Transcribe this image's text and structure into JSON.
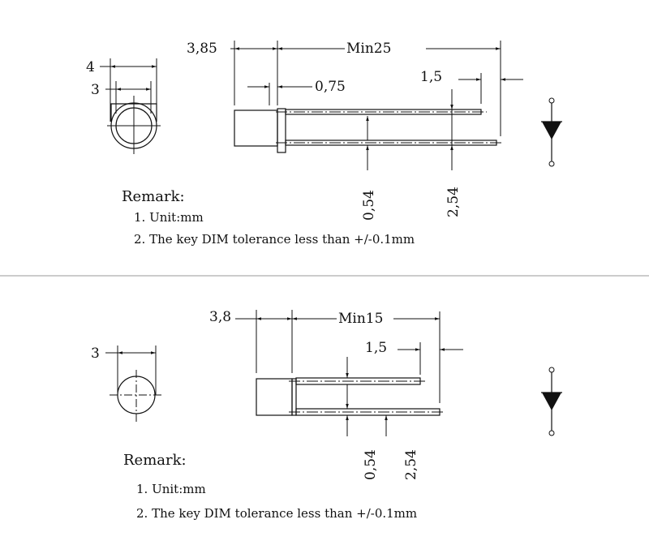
{
  "top": {
    "dims": {
      "outer_dia": "4",
      "inner_dia": "3",
      "body_len": "3,85",
      "lead_len": "Min25",
      "flange": "0,75",
      "lead_step": "1,5",
      "lead_width": "0,54",
      "pitch": "2,54"
    },
    "remark": {
      "title": "Remark:",
      "items": [
        "1. Unit:mm",
        "2. The key DIM tolerance less than +/-0.1mm"
      ]
    }
  },
  "bottom": {
    "dims": {
      "dia": "3",
      "body_len": "3,8",
      "lead_len": "Min15",
      "lead_step": "1,5",
      "lead_width": "0,54",
      "pitch": "2,54"
    },
    "remark": {
      "title": "Remark:",
      "items": [
        "1. Unit:mm",
        "2. The key DIM tolerance less than +/-0.1mm"
      ]
    }
  }
}
